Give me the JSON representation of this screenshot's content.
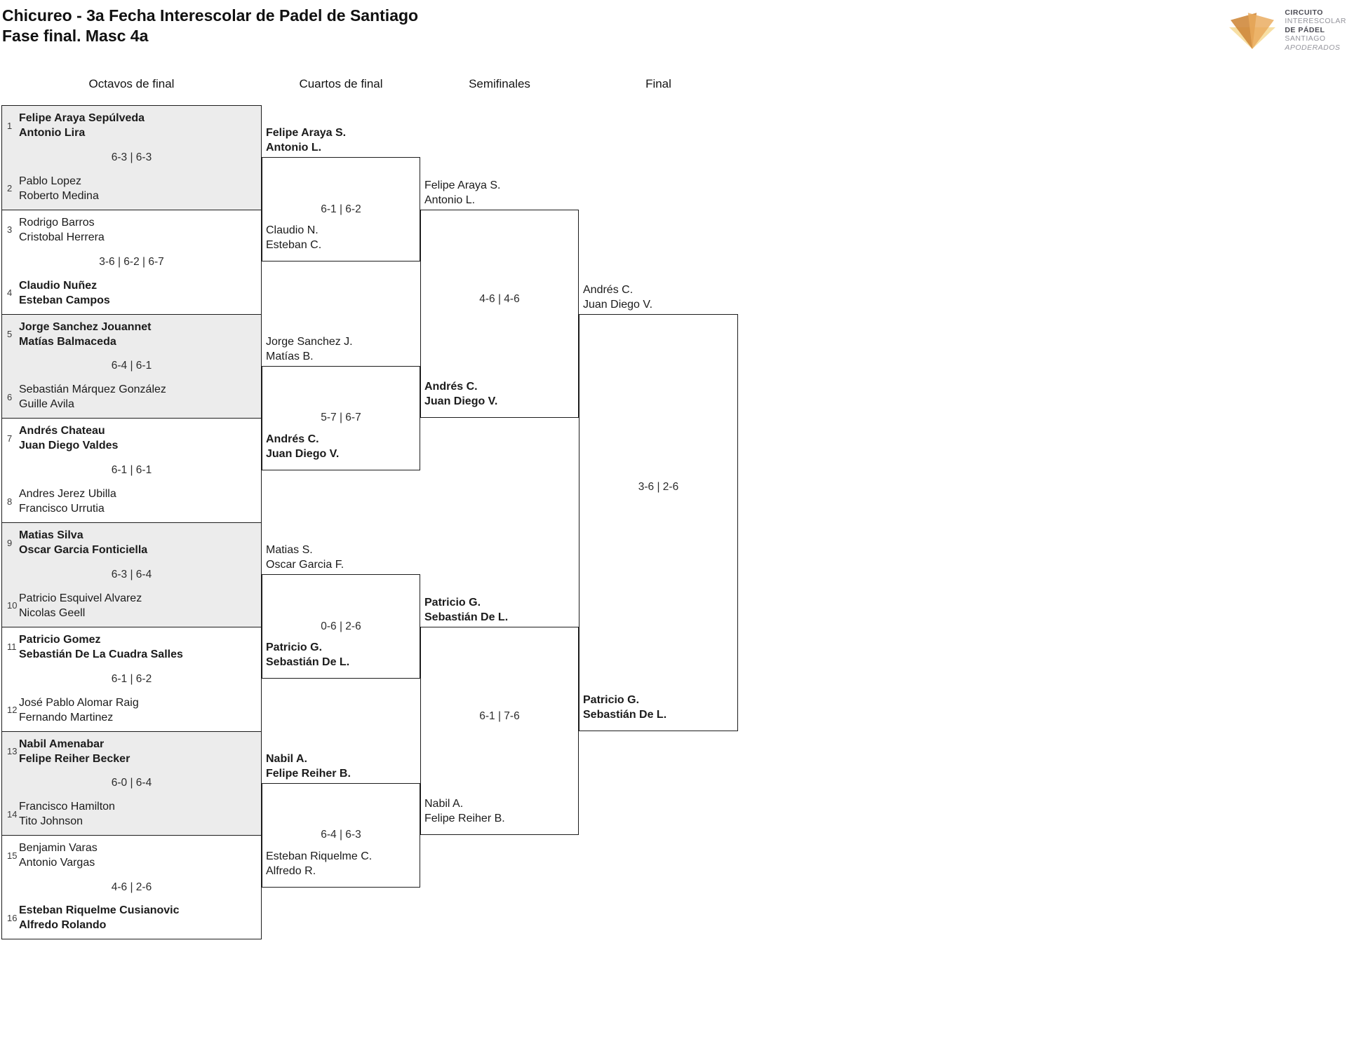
{
  "title": {
    "line1": "Chicureo - 3a Fecha Interescolar de Padel de Santiago",
    "line2": "Fase final. Masc 4a"
  },
  "round_headers": [
    "Octavos de final",
    "Cuartos de final",
    "Semifinales",
    "Final"
  ],
  "logo": {
    "line1": "CIRCUITO",
    "line2": "INTERESCOLAR",
    "line3": "DE PÁDEL",
    "line4": "SANTIAGO",
    "line5": "APODERADOS"
  },
  "colors": {
    "border": "#1c1c1c",
    "shaded_match": "#ececec",
    "logo_ear_left": "#ce8638",
    "logo_ear_right": "#e9a95c",
    "logo_band": "#f7dfa4",
    "logo_text_dark": "#4b4b54",
    "logo_text_gray": "#94949c"
  },
  "octavos": [
    {
      "seed_top": "1",
      "top1": "Felipe Araya Sepúlveda",
      "top2": "Antonio Lira",
      "top_winner": true,
      "score": "6-3 | 6-3",
      "seed_bottom": "2",
      "bottom1": "Pablo Lopez",
      "bottom2": "Roberto Medina",
      "bottom_winner": false,
      "shaded": true
    },
    {
      "seed_top": "3",
      "top1": "Rodrigo Barros",
      "top2": "Cristobal Herrera",
      "top_winner": false,
      "score": "3-6 | 6-2 | 6-7",
      "seed_bottom": "4",
      "bottom1": "Claudio Nuñez",
      "bottom2": "Esteban Campos",
      "bottom_winner": true,
      "shaded": false
    },
    {
      "seed_top": "5",
      "top1": "Jorge Sanchez Jouannet",
      "top2": "Matías Balmaceda",
      "top_winner": true,
      "score": "6-4 | 6-1",
      "seed_bottom": "6",
      "bottom1": "Sebastián Márquez González",
      "bottom2": "Guille Avila",
      "bottom_winner": false,
      "shaded": true
    },
    {
      "seed_top": "7",
      "top1": "Andrés Chateau",
      "top2": "Juan Diego Valdes",
      "top_winner": true,
      "score": "6-1 | 6-1",
      "seed_bottom": "8",
      "bottom1": "Andres Jerez Ubilla",
      "bottom2": "Francisco Urrutia",
      "bottom_winner": false,
      "shaded": false
    },
    {
      "seed_top": "9",
      "top1": "Matias Silva",
      "top2": "Oscar Garcia Fonticiella",
      "top_winner": true,
      "score": "6-3 | 6-4",
      "seed_bottom": "10",
      "bottom1": "Patricio Esquivel Alvarez",
      "bottom2": "Nicolas Geell",
      "bottom_winner": false,
      "shaded": true
    },
    {
      "seed_top": "11",
      "top1": "Patricio Gomez",
      "top2": "Sebastián De La Cuadra Salles",
      "top_winner": true,
      "score": "6-1 | 6-2",
      "seed_bottom": "12",
      "bottom1": "José Pablo Alomar Raig",
      "bottom2": "Fernando Martinez",
      "bottom_winner": false,
      "shaded": false
    },
    {
      "seed_top": "13",
      "top1": "Nabil Amenabar",
      "top2": "Felipe Reiher Becker",
      "top_winner": true,
      "score": "6-0 | 6-4",
      "seed_bottom": "14",
      "bottom1": "Francisco Hamilton",
      "bottom2": "Tito Johnson",
      "bottom_winner": false,
      "shaded": true
    },
    {
      "seed_top": "15",
      "top1": "Benjamin Varas",
      "top2": "Antonio Vargas",
      "top_winner": false,
      "score": "4-6 | 2-6",
      "seed_bottom": "16",
      "bottom1": "Esteban Riquelme Cusianovic",
      "bottom2": "Alfredo Rolando",
      "bottom_winner": true,
      "shaded": false
    }
  ],
  "cuartos": [
    {
      "top1": "Felipe Araya S.",
      "top2": "Antonio L.",
      "top_winner": true,
      "score": "6-1 | 6-2",
      "bottom1": "Claudio N.",
      "bottom2": "Esteban C.",
      "bottom_winner": false
    },
    {
      "top1": "Jorge Sanchez J.",
      "top2": "Matías B.",
      "top_winner": false,
      "score": "5-7 | 6-7",
      "bottom1": "Andrés C.",
      "bottom2": "Juan Diego V.",
      "bottom_winner": true
    },
    {
      "top1": "Matias S.",
      "top2": "Oscar Garcia F.",
      "top_winner": false,
      "score": "0-6 | 2-6",
      "bottom1": "Patricio G.",
      "bottom2": "Sebastián De L.",
      "bottom_winner": true
    },
    {
      "top1": "Nabil A.",
      "top2": "Felipe Reiher B.",
      "top_winner": true,
      "score": "6-4 | 6-3",
      "bottom1": "Esteban Riquelme C.",
      "bottom2": "Alfredo R.",
      "bottom_winner": false
    }
  ],
  "semifinales": [
    {
      "top1": "Felipe Araya S.",
      "top2": "Antonio L.",
      "top_winner": false,
      "score": "4-6 | 4-6",
      "bottom1": "Andrés C.",
      "bottom2": "Juan Diego V.",
      "bottom_winner": true
    },
    {
      "top1": "Patricio G.",
      "top2": "Sebastián De L.",
      "top_winner": true,
      "score": "6-1 | 7-6",
      "bottom1": "Nabil A.",
      "bottom2": "Felipe Reiher B.",
      "bottom_winner": false
    }
  ],
  "final": {
    "top1": "Andrés C.",
    "top2": "Juan Diego V.",
    "top_winner": false,
    "score": "3-6 | 2-6",
    "bottom1": "Patricio G.",
    "bottom2": "Sebastián De L.",
    "bottom_winner": true
  }
}
